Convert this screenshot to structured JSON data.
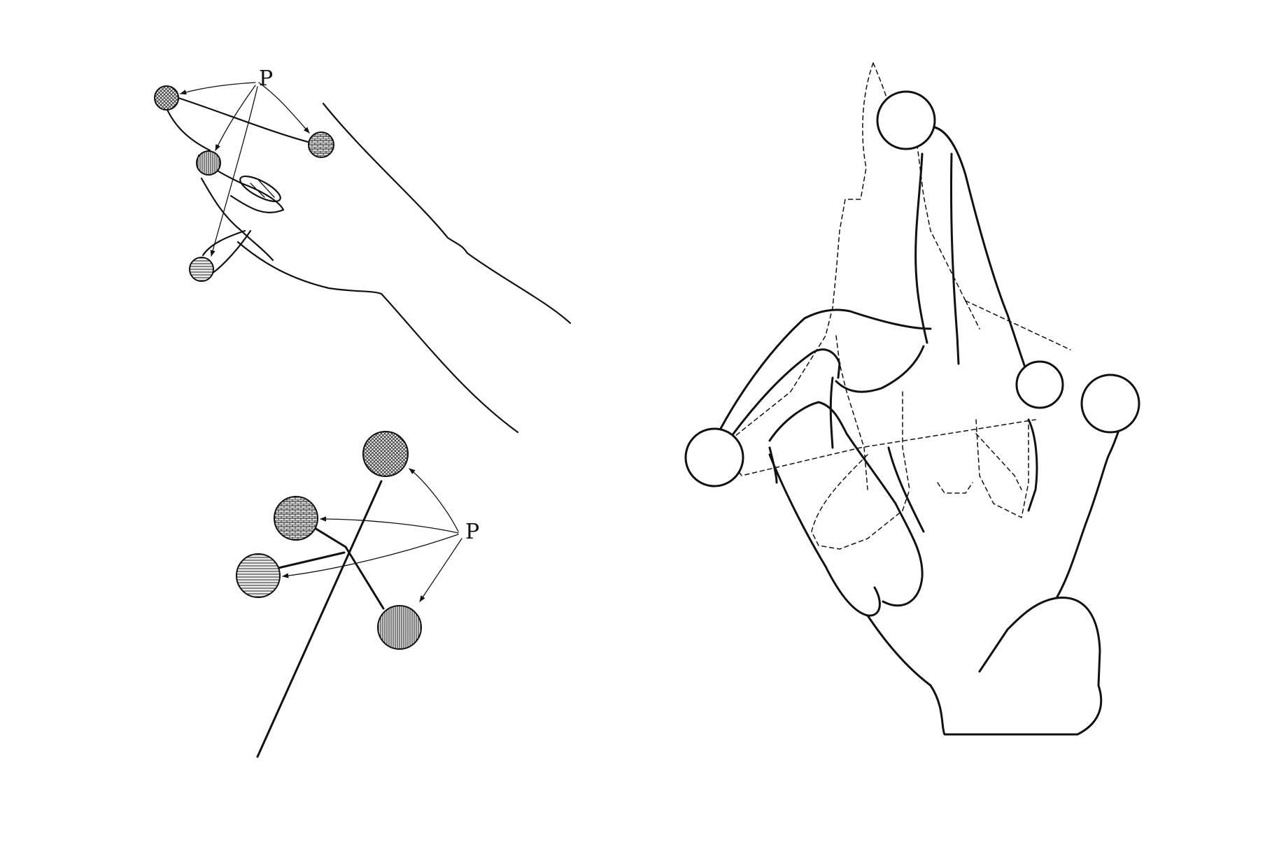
{
  "figure": {
    "marker_label": "P",
    "panels": [
      {
        "name": "hand-with-markers-side-view",
        "markers": 4
      },
      {
        "name": "marker-stick-model",
        "markers": 4
      },
      {
        "name": "hand-with-markers-crossed-fingers",
        "markers": 4
      }
    ]
  },
  "colors": {
    "ink": "#111111",
    "background": "#ffffff",
    "marker_fill": "#cfcfcf"
  }
}
